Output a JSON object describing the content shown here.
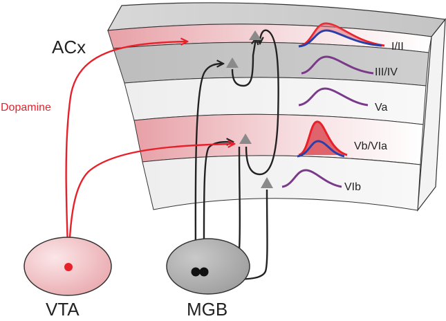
{
  "labels": {
    "cortex": "ACx",
    "modulator": "Dopamine",
    "vta": "VTA",
    "mgb": "MGB"
  },
  "layers": [
    {
      "label": "I/II",
      "band": "pink"
    },
    {
      "label": "III/IV",
      "band": "gray"
    },
    {
      "label": "Va",
      "band": "white"
    },
    {
      "label": "Vb/VIa",
      "band": "pink"
    },
    {
      "label": "VIb",
      "band": "white"
    }
  ],
  "colors": {
    "dopamine": "#e8202a",
    "baseline_curve": "#2a3fa8",
    "mixed_curve": "#7a3a8a",
    "pink": "#f2c6c9",
    "gray": "#c8c8c8",
    "neuron": "#8a8a8a",
    "nucleus_gray": "#b5b5b5"
  }
}
